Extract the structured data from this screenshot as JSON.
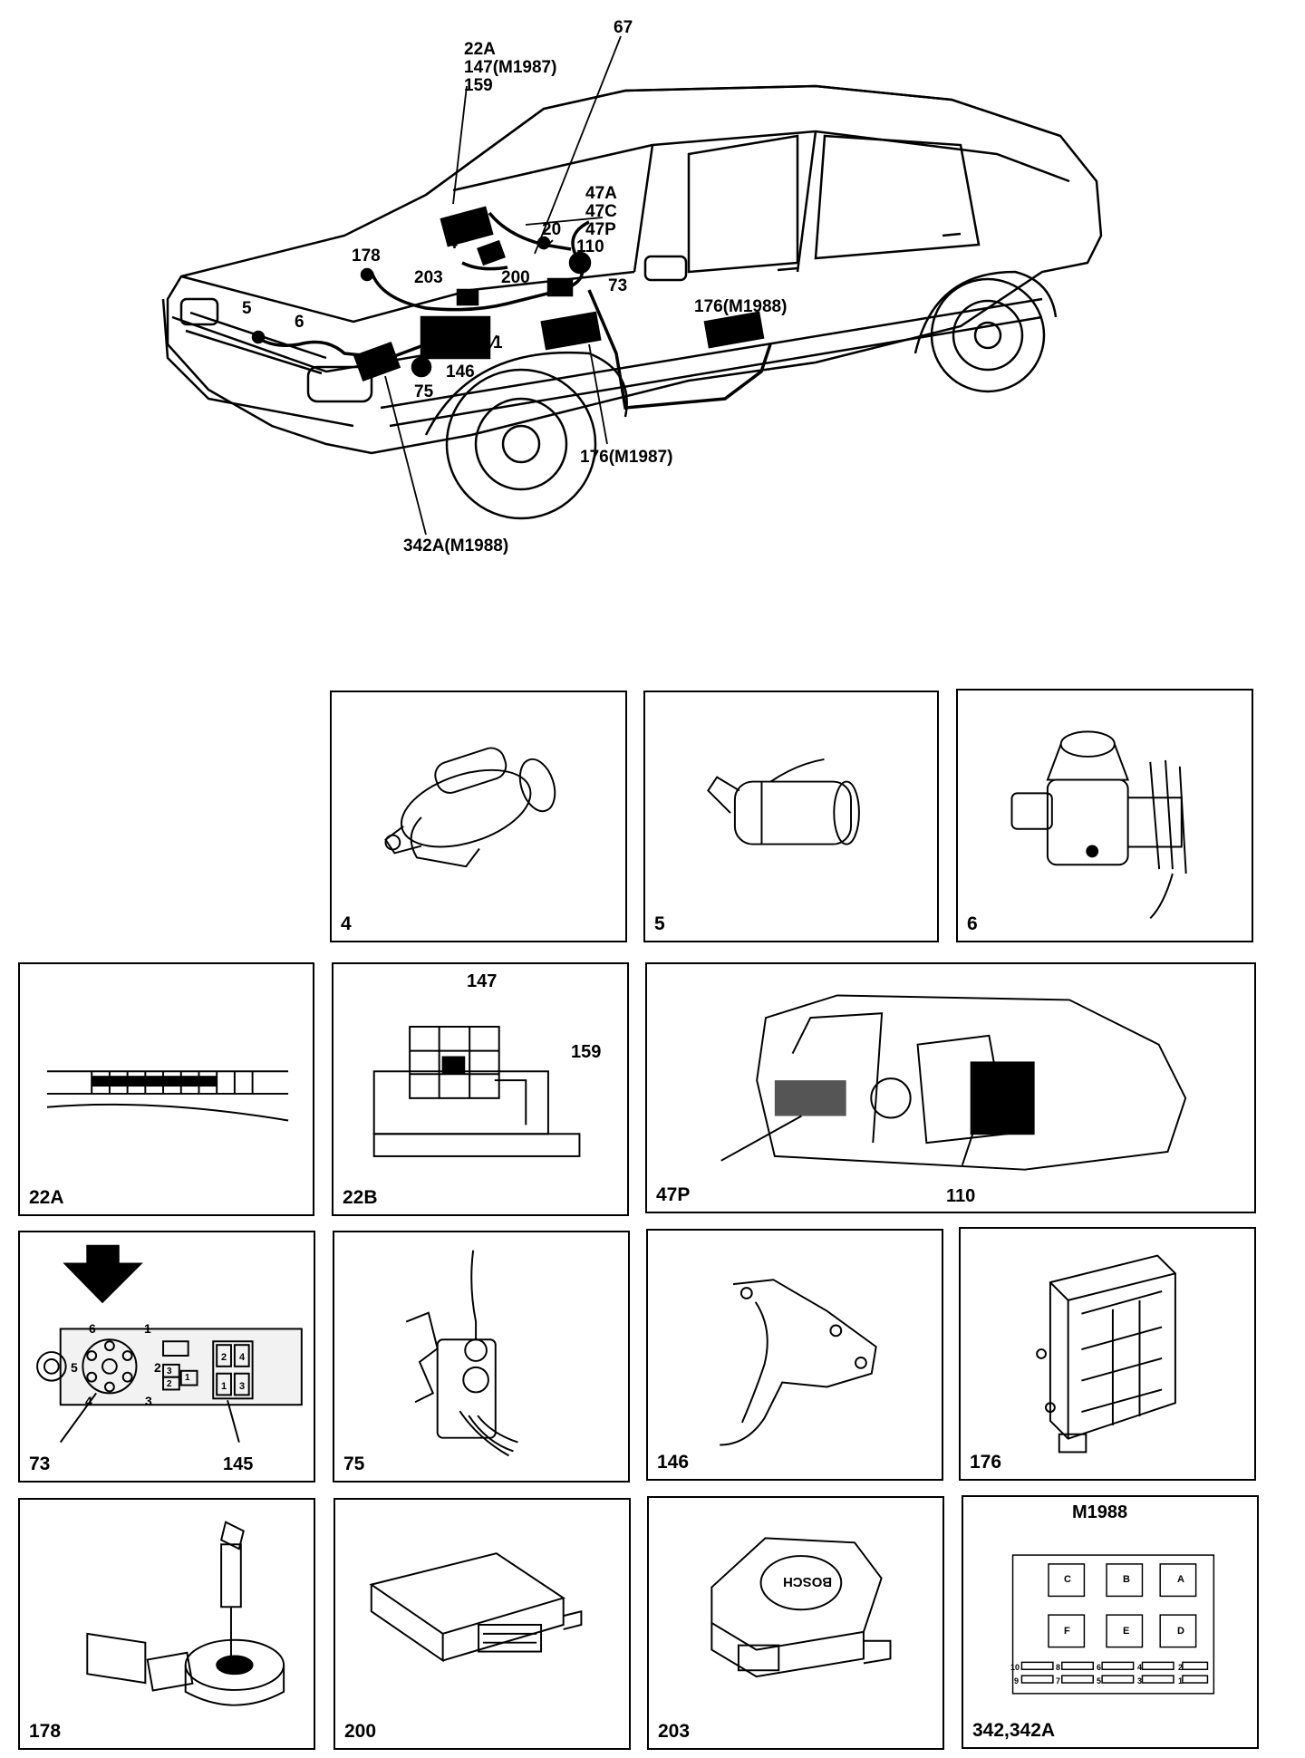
{
  "overview": {
    "labels": {
      "l22a": "22A",
      "l147": "147(M1987)",
      "l159": "159",
      "l67": "67",
      "l47a": "47A",
      "l47c": "47C",
      "l47p": "47P",
      "l20": "20",
      "l4": "4",
      "l110": "110",
      "l178": "178",
      "l203": "203",
      "l200": "200",
      "l73": "73",
      "l5": "5",
      "l6": "6",
      "l1": "1",
      "l146": "146",
      "l75": "75",
      "l176a": "176(M1988)",
      "l176b": "176(M1987)",
      "l342a": "342A(M1988)"
    }
  },
  "panels": {
    "p4": {
      "caption": "4"
    },
    "p5": {
      "caption": "5"
    },
    "p6": {
      "caption": "6"
    },
    "p22a": {
      "caption": "22A"
    },
    "p22b": {
      "caption": "22B",
      "callout_147": "147",
      "callout_159": "159"
    },
    "p47p": {
      "caption": "47P",
      "callout_110": "110"
    },
    "p73": {
      "caption": "73",
      "callout_145": "145",
      "pins": [
        "1",
        "2",
        "3",
        "4",
        "5",
        "6"
      ],
      "relays_left": [
        "3",
        "2",
        "1"
      ],
      "relays_right": [
        "2",
        "4",
        "1",
        "3"
      ]
    },
    "p75": {
      "caption": "75"
    },
    "p146": {
      "caption": "146"
    },
    "p176": {
      "caption": "176"
    },
    "p178": {
      "caption": "178"
    },
    "p200": {
      "caption": "200"
    },
    "p203": {
      "caption": "203",
      "brand": "BOSCH"
    },
    "p342": {
      "caption": "342,342A",
      "title": "M1988",
      "fuse_letters": [
        "C",
        "B",
        "A",
        "F",
        "E",
        "D"
      ],
      "fuse_numbers": [
        "10",
        "8",
        "6",
        "4",
        "2",
        "9",
        "7",
        "5",
        "3",
        "1"
      ]
    }
  }
}
